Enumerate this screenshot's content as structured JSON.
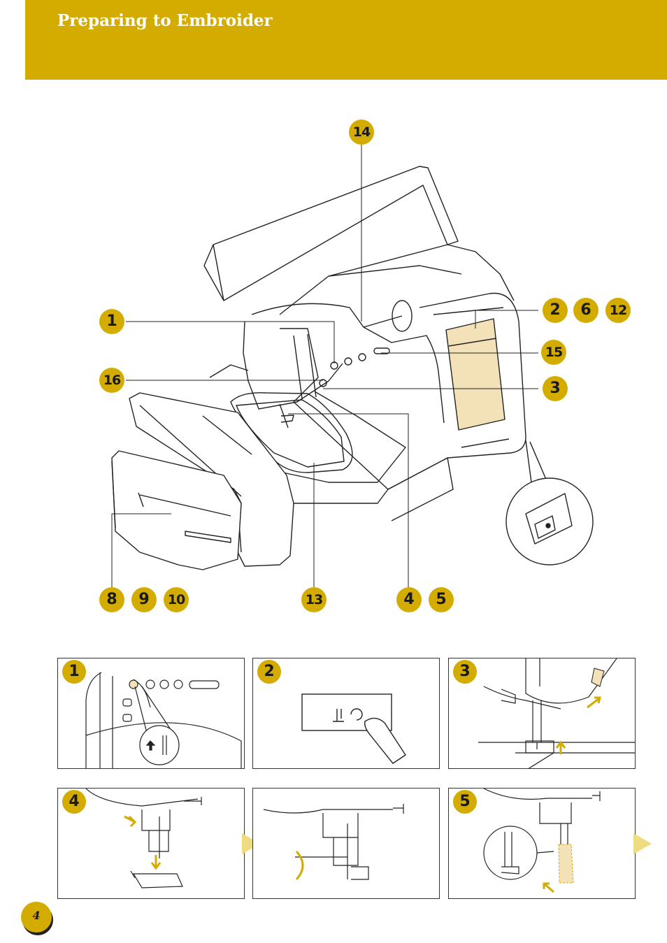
{
  "header": {
    "title": "Preparing to Embroider",
    "color": "#d4ac00"
  },
  "callouts": {
    "c14": "14",
    "c2": "2",
    "c6": "6",
    "c12": "12",
    "c1": "1",
    "c15": "15",
    "c16": "16",
    "c3": "3",
    "c8": "8",
    "c9": "9",
    "c10": "10",
    "c13": "13",
    "c4": "4",
    "c5": "5"
  },
  "panels": {
    "p1": "1",
    "p2": "2",
    "p3": "3",
    "p4": "4",
    "p6": "5"
  },
  "page": {
    "number": "4"
  },
  "icons": [
    "sewing-machine-illustration",
    "power-switch-icon",
    "needle-position-button-icon",
    "presser-foot-lever-icon",
    "next-step-arrow-icon"
  ]
}
